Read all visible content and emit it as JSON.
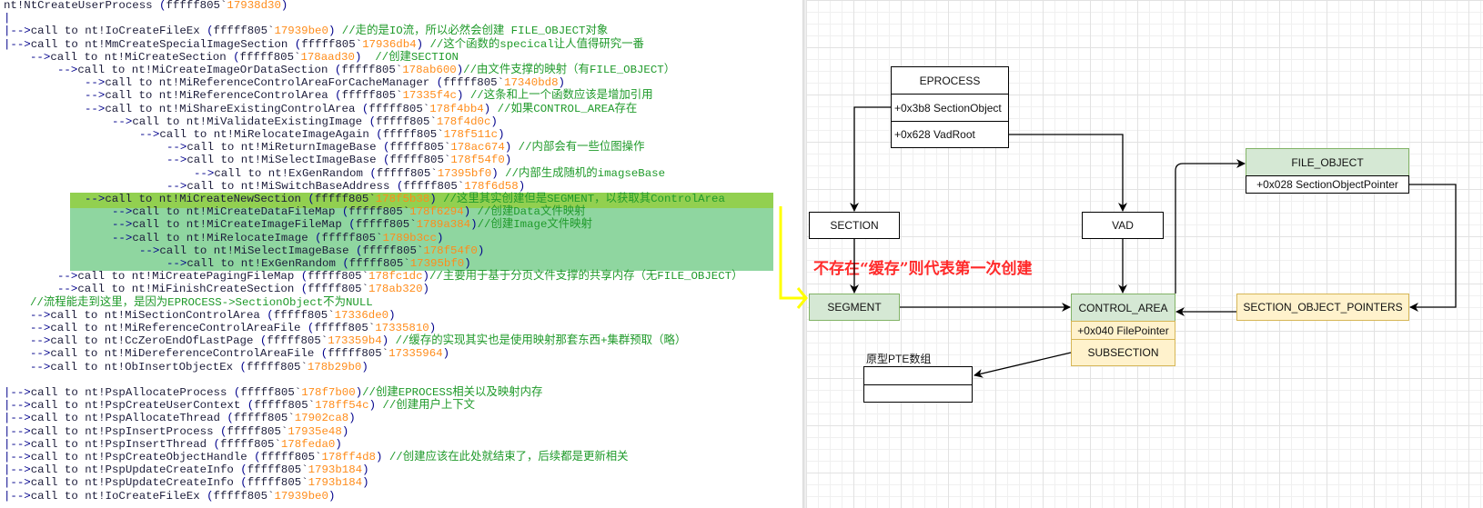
{
  "code": {
    "lines": [
      {
        "level": 0,
        "arrow": "",
        "call": "nt!NtCreateUserProcess ",
        "base": "fffff805`",
        "off": "17938d30",
        "comment": ""
      },
      {
        "level": 0,
        "arrow": "|",
        "call": "",
        "base": "",
        "off": "",
        "comment": ""
      },
      {
        "level": 0,
        "arrow": "|-->",
        "call": "call to nt!IoCreateFileEx ",
        "base": "fffff805`",
        "off": "17939be0",
        "comment": " //走的是IO流，所以必然会创建 FILE_OBJECT对象"
      },
      {
        "level": 0,
        "arrow": "|-->",
        "call": "call to nt!MmCreateSpecialImageSection ",
        "base": "fffff805`",
        "off": "17936db4",
        "comment": " //这个函数的specical让人值得研究一番"
      },
      {
        "level": 1,
        "arrow": "-->",
        "call": "call to nt!MiCreateSection ",
        "base": "fffff805`",
        "off": "178aad30",
        "comment": "  //创建SECTION"
      },
      {
        "level": 2,
        "arrow": "-->",
        "call": "call to nt!MiCreateImageOrDataSection ",
        "base": "fffff805`",
        "off": "178ab600",
        "comment": "//由文件支撑的映射（有FILE_OBJECT）"
      },
      {
        "level": 3,
        "arrow": "-->",
        "call": "call to nt!MiReferenceControlAreaForCacheManager ",
        "base": "fffff805`",
        "off": "17340bd8",
        "comment": ""
      },
      {
        "level": 3,
        "arrow": "-->",
        "call": "call to nt!MiReferenceControlArea ",
        "base": "fffff805`",
        "off": "17335f4c",
        "comment": " //这条和上一个函数应该是增加引用"
      },
      {
        "level": 3,
        "arrow": "-->",
        "call": "call to nt!MiShareExistingControlArea ",
        "base": "fffff805`",
        "off": "178f4bb4",
        "comment": " //如果CONTROL_AREA存在"
      },
      {
        "level": 4,
        "arrow": "-->",
        "call": "call to nt!MiValidateExistingImage ",
        "base": "fffff805`",
        "off": "178f4d0c",
        "comment": ""
      },
      {
        "level": 5,
        "arrow": "-->",
        "call": "call to nt!MiRelocateImageAgain ",
        "base": "fffff805`",
        "off": "178f511c",
        "comment": ""
      },
      {
        "level": 6,
        "arrow": "-->",
        "call": "call to nt!MiReturnImageBase ",
        "base": "fffff805`",
        "off": "178ac674",
        "comment": " //内部会有一些位图操作"
      },
      {
        "level": 6,
        "arrow": "-->",
        "call": "call to nt!MiSelectImageBase ",
        "base": "fffff805`",
        "off": "178f54f0",
        "comment": ""
      },
      {
        "level": 7,
        "arrow": "-->",
        "call": "call to nt!ExGenRandom ",
        "base": "fffff805`",
        "off": "17395bf0",
        "comment": " //内部生成随机的imagseBase"
      },
      {
        "level": 6,
        "arrow": "-->",
        "call": "call to nt!MiSwitchBaseAddress ",
        "base": "fffff805`",
        "off": "178f6d58",
        "comment": ""
      },
      {
        "level": 3,
        "arrow": "-->",
        "call": "call to nt!MiCreateNewSection ",
        "base": "fffff805`",
        "off": "178f5b38",
        "comment": " //这里其实创建但是SEGMENT，以获取其ControlArea"
      },
      {
        "level": 4,
        "arrow": "-->",
        "call": "call to nt!MiCreateDataFileMap ",
        "base": "fffff805`",
        "off": "178f6294",
        "comment": " //创建Data文件映射"
      },
      {
        "level": 4,
        "arrow": "-->",
        "call": "call to nt!MiCreateImageFileMap ",
        "base": "fffff805`",
        "off": "1789a384",
        "comment": "//创建Image文件映射"
      },
      {
        "level": 4,
        "arrow": "-->",
        "call": "call to nt!MiRelocateImage ",
        "base": "fffff805`",
        "off": "1789b3cc",
        "comment": ""
      },
      {
        "level": 5,
        "arrow": "-->",
        "call": "call to nt!MiSelectImageBase ",
        "base": "fffff805`",
        "off": "178f54f0",
        "comment": ""
      },
      {
        "level": 6,
        "arrow": "-->",
        "call": "call to nt!ExGenRandom ",
        "base": "fffff805`",
        "off": "17395bf0",
        "comment": ""
      },
      {
        "level": 2,
        "arrow": "-->",
        "call": "call to nt!MiCreatePagingFileMap ",
        "base": "fffff805`",
        "off": "178fc1dc",
        "comment": "//主要用于基于分页文件支撑的共享内存（无FILE_OBJECT）"
      },
      {
        "level": 2,
        "arrow": "-->",
        "call": "call to nt!MiFinishCreateSection ",
        "base": "fffff805`",
        "off": "178ab320",
        "comment": ""
      },
      {
        "level": 1,
        "arrow": "",
        "call": "",
        "base": "",
        "off": "",
        "comment": "//流程能走到这里，是因为EPROCESS->SectionObject不为NULL"
      },
      {
        "level": 1,
        "arrow": "-->",
        "call": "call to nt!MiSectionControlArea ",
        "base": "fffff805`",
        "off": "17336de0",
        "comment": ""
      },
      {
        "level": 1,
        "arrow": "-->",
        "call": "call to nt!MiReferenceControlAreaFile ",
        "base": "fffff805`",
        "off": "17335810",
        "comment": ""
      },
      {
        "level": 1,
        "arrow": "-->",
        "call": "call to nt!CcZeroEndOfLastPage ",
        "base": "fffff805`",
        "off": "173359b4",
        "comment": " //缓存的实现其实也是使用映射那套东西+集群预取（略）"
      },
      {
        "level": 1,
        "arrow": "-->",
        "call": "call to nt!MiDereferenceControlAreaFile ",
        "base": "fffff805`",
        "off": "17335964",
        "comment": ""
      },
      {
        "level": 1,
        "arrow": "-->",
        "call": "call to nt!ObInsertObjectEx ",
        "base": "fffff805`",
        "off": "178b29b0",
        "comment": ""
      },
      {
        "level": 0,
        "arrow": "",
        "call": "",
        "base": "",
        "off": "",
        "comment": ""
      },
      {
        "level": 0,
        "arrow": "|-->",
        "call": "call to nt!PspAllocateProcess ",
        "base": "fffff805`",
        "off": "178f7b00",
        "comment": "//创建EPROCESS相关以及映射内存"
      },
      {
        "level": 0,
        "arrow": "|-->",
        "call": "call to nt!PspCreateUserContext ",
        "base": "fffff805`",
        "off": "178ff54c",
        "comment": " //创建用户上下文"
      },
      {
        "level": 0,
        "arrow": "|-->",
        "call": "call to nt!PspAllocateThread ",
        "base": "fffff805`",
        "off": "17902ca8",
        "comment": ""
      },
      {
        "level": 0,
        "arrow": "|-->",
        "call": "call to nt!PspInsertProcess ",
        "base": "fffff805`",
        "off": "17935e48",
        "comment": ""
      },
      {
        "level": 0,
        "arrow": "|-->",
        "call": "call to nt!PspInsertThread ",
        "base": "fffff805`",
        "off": "178feda0",
        "comment": ""
      },
      {
        "level": 0,
        "arrow": "|-->",
        "call": "call to nt!PspCreateObjectHandle ",
        "base": "fffff805`",
        "off": "178ff4d8",
        "comment": " //创建应该在此处就结束了，后续都是更新相关"
      },
      {
        "level": 0,
        "arrow": "|-->",
        "call": "call to nt!PspUpdateCreateInfo ",
        "base": "fffff805`",
        "off": "1793b184",
        "comment": ""
      },
      {
        "level": 0,
        "arrow": "|-->",
        "call": "call to nt!PspUpdateCreateInfo ",
        "base": "fffff805`",
        "off": "1793b184",
        "comment": ""
      },
      {
        "level": 0,
        "arrow": "|-->",
        "call": "call to nt!IoCreateFileEx ",
        "base": "fffff805`",
        "off": "17939be0",
        "comment": ""
      }
    ],
    "highlight_bright_line": 15,
    "highlight_soft_lines": [
      16,
      17,
      18,
      19,
      20
    ],
    "colors": {
      "highlight_bright": "#92d050",
      "highlight_soft": "#8fd6a0",
      "address": "#ff8c1a",
      "comment": "#1f9a2a"
    }
  },
  "diagram": {
    "eprocess": {
      "title": "EPROCESS",
      "field1": "+0x3b8 SectionObject",
      "field2": "+0x628 VadRoot"
    },
    "section": "SECTION",
    "vad": "VAD",
    "segment": "SEGMENT",
    "control_area": {
      "title": "CONTROL_AREA",
      "field1": "+0x040 FilePointer",
      "field2": "SUBSECTION"
    },
    "file_object": {
      "title": "FILE_OBJECT",
      "field1": "+0x028 SectionObjectPointer"
    },
    "section_object_pointers": "SECTION_OBJECT_POINTERS",
    "pte_label": "原型PTE数组",
    "note": "不存在“缓存”则代表第一次创建",
    "colors": {
      "green_fill": "#d5e8d4",
      "green_stroke": "#82b366",
      "yellow_fill": "#fff2cc",
      "yellow_stroke": "#d6b656",
      "note": "#ff2a2a",
      "callout": "#ffff00"
    }
  }
}
